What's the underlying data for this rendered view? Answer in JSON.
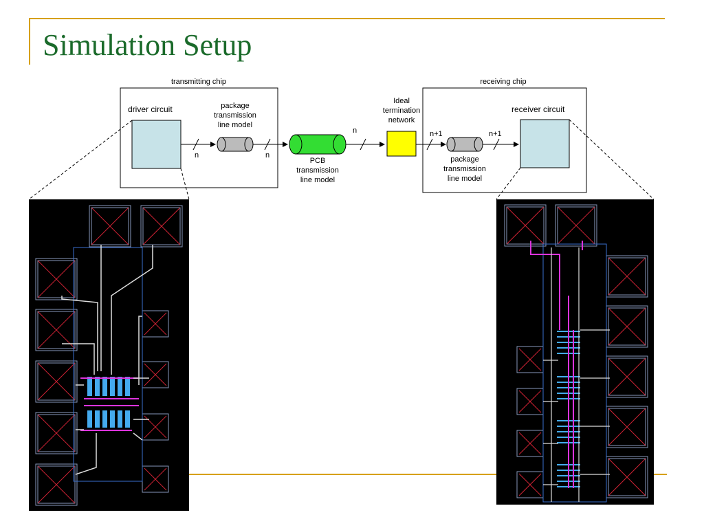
{
  "slide": {
    "title": "Simulation Setup"
  },
  "diagram": {
    "transmitting_chip_label": "transmitting chip",
    "receiving_chip_label": "receiving chip",
    "driver_circuit_label": "driver circuit",
    "receiver_circuit_label": "receiver circuit",
    "tx_package_label": [
      "package",
      "transmission",
      "line model"
    ],
    "rx_package_label": [
      "package",
      "transmission",
      "line model"
    ],
    "pcb_label": [
      "PCB",
      "transmission",
      "line model"
    ],
    "termination_label": [
      "Ideal",
      "termination",
      "network"
    ],
    "bus_labels": {
      "driver_out": "n",
      "tx_pkg_out": "n",
      "pcb_out": "n",
      "term_out": "n+1",
      "rx_pkg_out": "n+1"
    },
    "colors": {
      "circuit_fill": "#c7e3e8",
      "pcb_fill": "#33dd33",
      "package_fill": "#bbbbbb",
      "termination_fill": "#ffff00",
      "accent": "#d6a018",
      "title_color": "#1a6a2a"
    }
  }
}
